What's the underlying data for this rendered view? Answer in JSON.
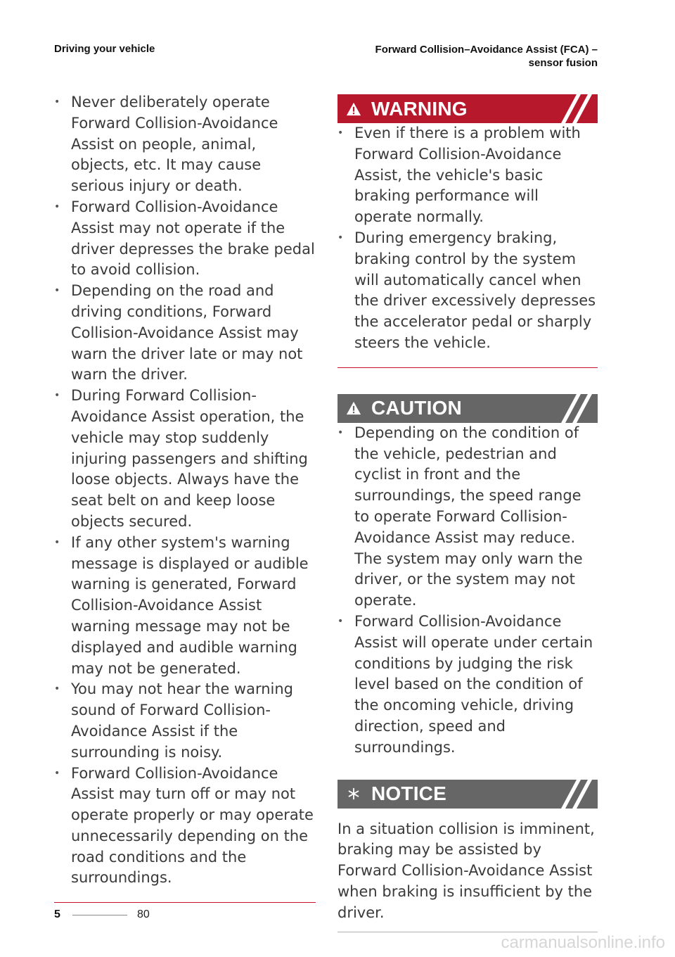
{
  "header": {
    "left": "Driving your vehicle",
    "right_line1": "Forward Collision–Avoidance Assist (FCA) –",
    "right_line2": "sensor fusion"
  },
  "left_column": {
    "items": [
      "Never deliberately operate Forward Collision-Avoidance Assist on people, animal, objects, etc. It may cause serious injury or death.",
      "Forward Collision-Avoidance Assist may not operate if the driver depresses the brake pedal to avoid collision.",
      "Depending on the road and driving conditions, Forward Collision-Avoidance Assist may warn the driver late or may not warn the driver.",
      "During Forward Collision-Avoidance Assist operation, the vehicle may stop suddenly injuring passengers and shifting loose objects. Always have the seat belt on and keep loose objects secured.",
      "If any other system's warning message is displayed or audible warning is generated, Forward Collision-Avoidance Assist warning message may not be displayed and audible warning may not be generated.",
      "You may not hear the warning sound of Forward Collision-Avoidance Assist if the surrounding is noisy.",
      "Forward Collision-Avoidance Assist may turn off or may not operate properly or may operate unnecessarily depending on the road conditions and the surroundings."
    ]
  },
  "warning": {
    "title": "WARNING",
    "icon": "warning-triangle-icon",
    "color": "#b7182b",
    "items": [
      "Even if there is a problem with Forward Collision-Avoidance Assist, the vehicle's basic braking performance will operate normally.",
      "During emergency braking, braking control by the system will automatically cancel when the driver excessively depresses the accelerator pedal or sharply steers the vehicle."
    ]
  },
  "caution": {
    "title": "CAUTION",
    "icon": "warning-triangle-icon",
    "color": "#666666",
    "items": [
      "Depending on the condition of the vehicle, pedestrian and cyclist in front and the surroundings, the speed range to operate Forward Collision-Avoidance Assist may reduce. The system may only warn the driver, or the system may not operate.",
      "Forward Collision-Avoidance Assist will operate under certain conditions by judging the risk level based on the condition of the oncoming vehicle, driving direction, speed and surroundings."
    ]
  },
  "notice": {
    "title": "NOTICE",
    "icon": "asterisk-icon",
    "color": "#666666",
    "text": "In a situation collision is imminent, braking may be assisted by Forward Collision-Avoidance Assist when braking is insufficient by the driver."
  },
  "footer": {
    "chapter": "5",
    "page": "80"
  },
  "watermark": "carmanualsonline.info"
}
